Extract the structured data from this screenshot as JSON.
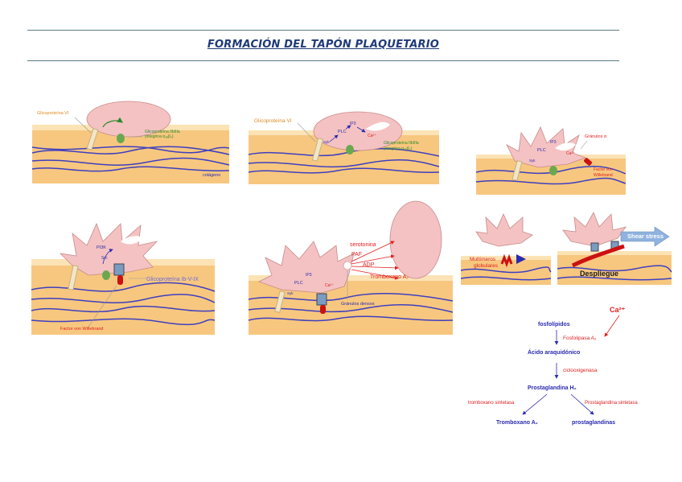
{
  "title": "FORMACIÓN DEL TAPÓN PLAQUETARIO",
  "panel1": {
    "gp6": "Glicoproteína VI",
    "gp2b": "Glicoproteína IIbIIIa",
    "gp2b_sub": "(integrina α₂ᵦβ₃)",
    "collagen": "colágeno"
  },
  "panel2": {
    "gp6": "Glicoproteína VI",
    "ip3": "IP3",
    "plc": "PLC",
    "syk": "Syk",
    "ca": "Ca²⁺",
    "gp2b": "Glicoproteína IIbIIIa",
    "gp2b_sub": "(integrina α₂ᵦβ₃)"
  },
  "panel3": {
    "granules": "Gránulos α",
    "ip3": "IP3",
    "plc": "PLC",
    "syk": "Syk",
    "ca": "Ca²⁺",
    "vwf1": "Factor von",
    "vwf2": "Willebrand"
  },
  "panel4": {
    "pi3k": "PI3K",
    "src": "Src",
    "gp1b": "Glicoproteína Ib-V-IX",
    "vwf": "Factor von Willebrand"
  },
  "panel5": {
    "serotonina": "serotonina",
    "paf": "PAF",
    "adp": "ADP",
    "tromboxano": "Tromboxano A₂",
    "ip3": "IP3",
    "plc": "PLC",
    "syk": "Syk",
    "ca": "Ca²⁺",
    "dense": "Gránulos densos"
  },
  "panel6": {
    "multimeros1": "Multímeros",
    "multimeros2": "globulares"
  },
  "panel7": {
    "shear": "Shear stress",
    "despliegue": "Despliegue"
  },
  "pathway": {
    "ca": "Ca²⁺",
    "fosfolipidos": "fosfolípidos",
    "fosfolipasa": "Fosfolipasa A₂",
    "acido": "Ácido araquidónico",
    "ciclo": "ciclooxigenasa",
    "prostaglandina": "Prostaglandina H₂",
    "tromb_sint": "tromboxano sintetasa",
    "prost_sint": "Prostaglandina sintetasa",
    "tromboxano": "Tromboxano A₂",
    "prostaglandinas": "prostaglandinas"
  },
  "colors": {
    "title": "#1f3a78",
    "platelet": "#f4c2c2",
    "tissue": "#f7c77f",
    "fiber": "#3f3fbf",
    "red": "#e02020",
    "blue": "#2a2ab0"
  }
}
